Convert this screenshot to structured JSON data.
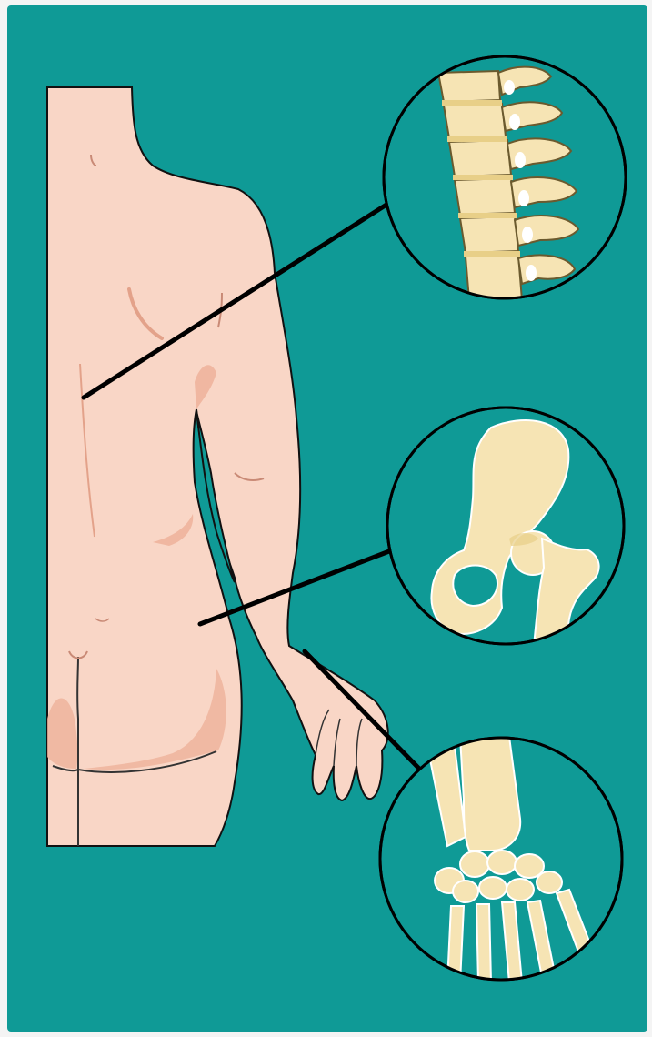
{
  "figure": {
    "title": "",
    "colors": {
      "background": "#0f9a96",
      "page": "#f4f4f4",
      "skin": "#f9d6c6",
      "skin_shadow": "#eeb49c",
      "outline": "#000000",
      "bone": "#f6e4b4",
      "bone_shadow": "#e8cf88",
      "bone_outline": "#ffffff",
      "callout_ring": "#ffffff",
      "leader_line": "#000000"
    },
    "body": {
      "view": "posterior",
      "region": "back-and-right-arm"
    },
    "callouts": [
      {
        "name": "lumbar-spine-callout",
        "depicts": "vertebrae",
        "icon": "spine-icon",
        "points_to": "lower-back"
      },
      {
        "name": "hip-joint-callout",
        "depicts": "pelvis-and-femur-head",
        "icon": "hip-joint-icon",
        "points_to": "hip"
      },
      {
        "name": "wrist-joint-callout",
        "depicts": "wrist-and-hand-bones",
        "icon": "wrist-bones-icon",
        "points_to": "wrist"
      }
    ]
  }
}
